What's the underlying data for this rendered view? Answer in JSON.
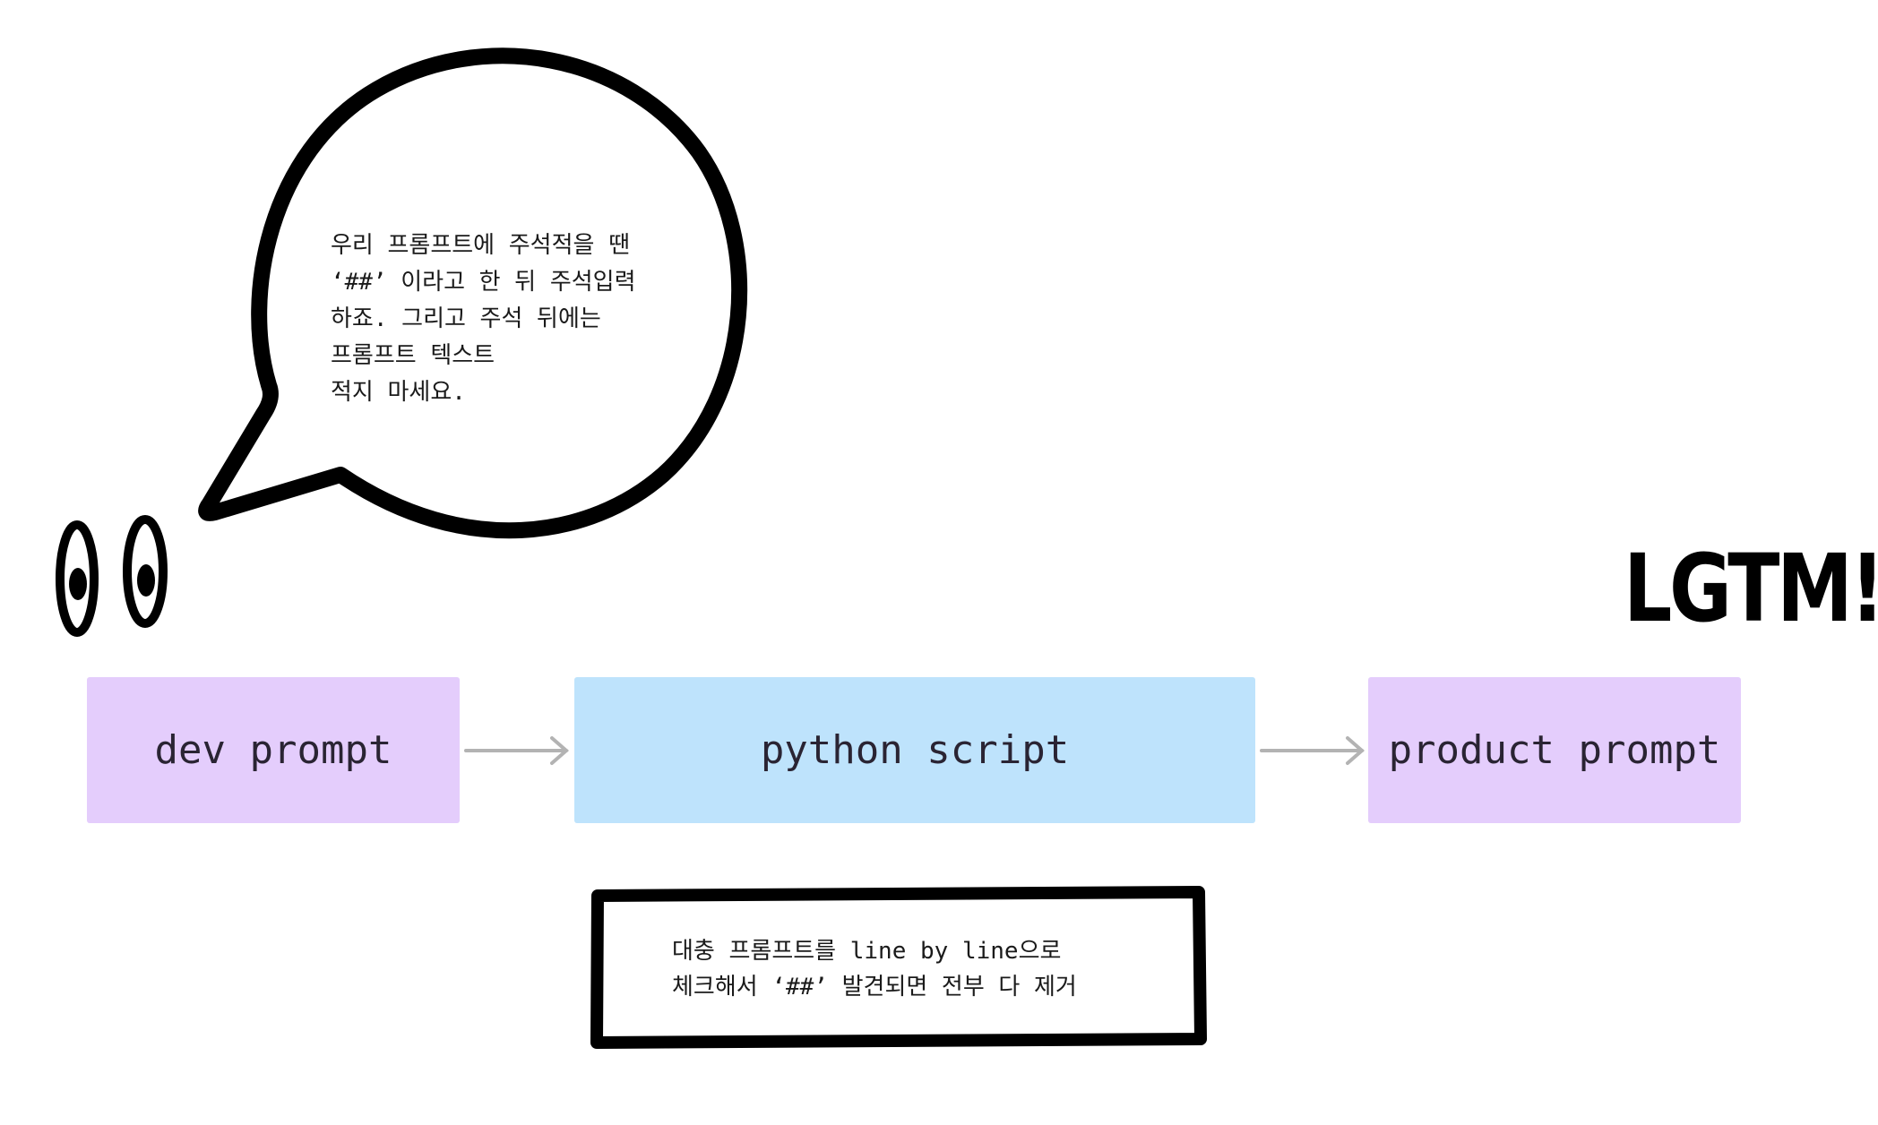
{
  "speech_bubble": {
    "lines": [
      "우리 프롬프트에 주석적을 땐",
      "‘##’ 이라고 한 뒤 주석입력",
      "하죠. 그리고 주석 뒤에는",
      "프롬프트 텍스트",
      "적지 마세요."
    ]
  },
  "flow": {
    "nodes": [
      {
        "label": "dev prompt",
        "color": "#e4cdfc"
      },
      {
        "label": "python script",
        "color": "#bee3fc"
      },
      {
        "label": "product prompt",
        "color": "#e4cdfc"
      }
    ]
  },
  "note": {
    "lines": [
      "대충 프롬프트를 line by line으로",
      "체크해서 ‘##’ 발견되면 전부 다 제거"
    ]
  },
  "lgtm": "LGTM!"
}
